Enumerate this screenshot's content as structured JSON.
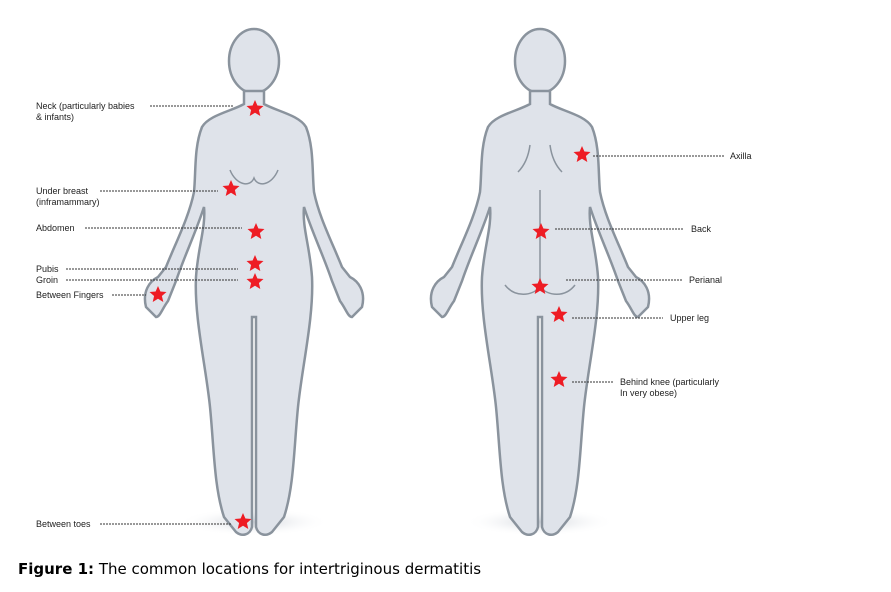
{
  "figure": {
    "caption_label": "Figure 1:",
    "caption_text": " The common locations for intertriginous dermatitis",
    "body_fill": "#dfe3ea",
    "body_stroke": "#8a939d",
    "marker_color": "#ee1c24"
  },
  "front_view": {
    "labels": [
      {
        "id": "neck",
        "text": "Neck (particularly babies\n& infants)"
      },
      {
        "id": "under-breast",
        "text": "Under breast\n(inframammary)"
      },
      {
        "id": "abdomen",
        "text": "Abdomen"
      },
      {
        "id": "pubis",
        "text": "Pubis"
      },
      {
        "id": "groin",
        "text": "Groin"
      },
      {
        "id": "between-fingers",
        "text": "Between Fingers"
      },
      {
        "id": "between-toes",
        "text": "Between toes"
      }
    ]
  },
  "back_view": {
    "labels": [
      {
        "id": "axilla",
        "text": "Axilla"
      },
      {
        "id": "back",
        "text": "Back"
      },
      {
        "id": "perianal",
        "text": "Perianal"
      },
      {
        "id": "upper-leg",
        "text": "Upper leg"
      },
      {
        "id": "behind-knee",
        "text": "Behind knee (particularly\nIn very obese)"
      }
    ]
  }
}
